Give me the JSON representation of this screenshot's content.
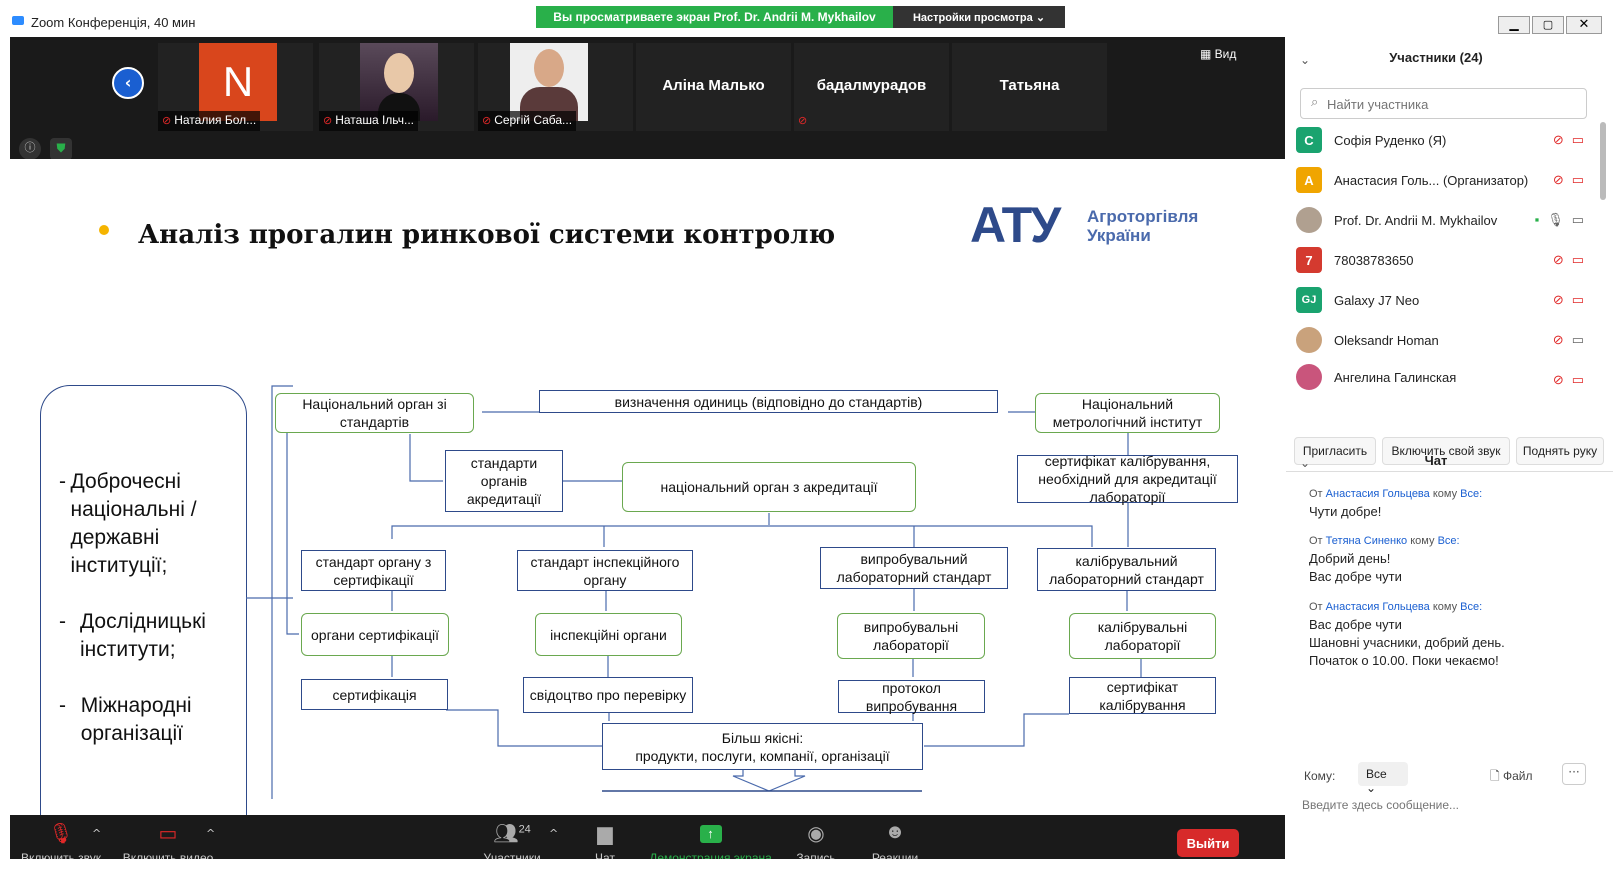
{
  "window": {
    "title": "Zoom Конференція, 40 мин"
  },
  "banner": {
    "viewing": "Вы просматриваете экран Prof. Dr. Andrii M. Mykhailov",
    "settings": "Настройки просмотра ⌄"
  },
  "strip": {
    "view_label": "Вид",
    "tiles": [
      {
        "label": "Наталия Бол...",
        "initial": "N"
      },
      {
        "label": "Наташа Ільч..."
      },
      {
        "label": "Сергій Саба..."
      },
      {
        "name": "Аліна Малько"
      },
      {
        "name": "бадалмурадов"
      },
      {
        "name": "Татьяна"
      }
    ]
  },
  "slide": {
    "title": "Аналіз прогалин ринкової системи контролю",
    "logo_mark": "АТУ",
    "logo_text_1": "Агроторгівля",
    "logo_text_2": "України",
    "left_items": [
      "Доброчесні національні / державні інституції;",
      "Дослідницькі інститути;",
      "Міжнародні організації"
    ],
    "boxes": {
      "nat_body": "Національний орган зі стандартів",
      "units": "визначення одиниць (відповідно до стандартів)",
      "metrology": "Національний метрологічний інститут",
      "accr_standards": "стандарти органів акредитації",
      "accr_body": "національний орган з акредитації",
      "calib_cert_req": "сертифікат калібрування, необхідний для акредитації лабораторії",
      "cert_std": "стандарт органу з сертифікації",
      "insp_std": "стандарт інспекційного органу",
      "test_std": "випробувальний лабораторний стандарт",
      "calib_std": "калібрувальний лабораторний стандарт",
      "cert_bodies": "органи сертифікації",
      "insp_bodies": "інспекційні органи",
      "test_labs": "випробувальні лабораторії",
      "calib_labs": "калібрувальні лабораторії",
      "certification": "сертифікація",
      "insp_cert": "свідоцтво про перевірку",
      "test_protocol": "протокол випробування",
      "calib_cert": "сертифікат калібрування",
      "quality_1": "Більш якісні:",
      "quality_2": "продукти, послуги, компанії, організації"
    }
  },
  "toolbar": {
    "unmute": "Включить звук",
    "video": "Включить видео",
    "participants": "Участники",
    "participants_count": "24",
    "chat": "Чат",
    "share": "Демонстрация экрана",
    "record": "Запись",
    "reactions": "Реакции",
    "leave": "Выйти"
  },
  "panel": {
    "participants_title": "Участники (24)",
    "search_placeholder": "Найти участника",
    "participants": [
      {
        "initial": "C",
        "color": "#1aa36f",
        "name": "Софія Руденко (Я)"
      },
      {
        "initial": "A",
        "color": "#f0a500",
        "name": "Анастасия Голь... (Организатор)"
      },
      {
        "initial": "",
        "color": "#b0a090",
        "name": "Prof. Dr. Andrii M. Mykhailov"
      },
      {
        "initial": "7",
        "color": "#d43a2f",
        "name": "78038783650"
      },
      {
        "initial": "GJ",
        "color": "#1aa36f",
        "name": "Galaxy J7 Neo"
      },
      {
        "initial": "",
        "color": "#c9a27c",
        "name": "Oleksandr Homan"
      },
      {
        "initial": "",
        "color": "#c9557c",
        "name": "Ангелина Галинская"
      }
    ],
    "invite": "Пригласить",
    "unmute_self": "Включить свой звук",
    "raise_hand": "Поднять руку",
    "chat_title": "Чат",
    "messages": [
      {
        "from_word": "От",
        "sender": "Анастасия Гольцева",
        "to_word": "кому",
        "to": "Все:",
        "lines": [
          "Чути добре!"
        ]
      },
      {
        "from_word": "От",
        "sender": "Тетяна Синенко",
        "to_word": "кому",
        "to": "Все:",
        "lines": [
          "Добрий день!",
          "Вас добре чути"
        ]
      },
      {
        "from_word": "От",
        "sender": "Анастасия Гольцева",
        "to_word": "кому",
        "to": "Все:",
        "lines": [
          "Вас добре чути",
          "Шановні учасники, добрий день.",
          "Початок о 10.00. Поки чекаємо!"
        ]
      }
    ],
    "to_label": "Кому:",
    "to_value": "Все",
    "file": "Файл",
    "input_placeholder": "Введите здесь сообщение..."
  },
  "colors": {
    "banner_green": "#29b04a",
    "leave_red": "#d72a2a",
    "share_green": "#29b04a"
  }
}
